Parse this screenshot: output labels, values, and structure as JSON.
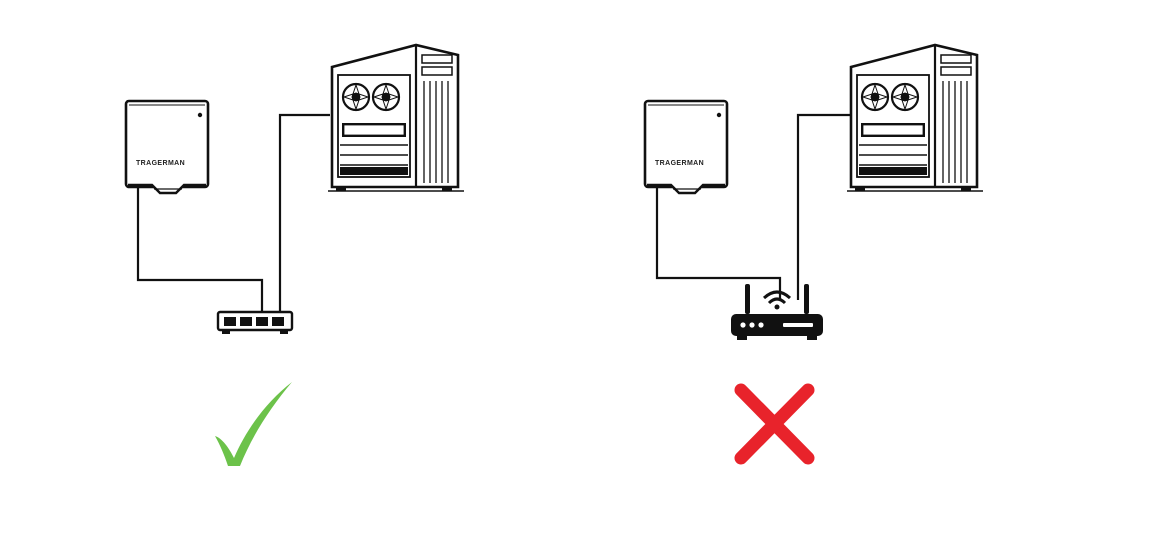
{
  "diagrams": [
    {
      "verdict": "correct",
      "switch_device": "network-switch",
      "device_label": "TRAGERMAN",
      "mark_color": "#6cc24a"
    },
    {
      "verdict": "incorrect",
      "switch_device": "wifi-router",
      "device_label": "TRAGERMAN",
      "mark_color": "#e8232b"
    }
  ]
}
